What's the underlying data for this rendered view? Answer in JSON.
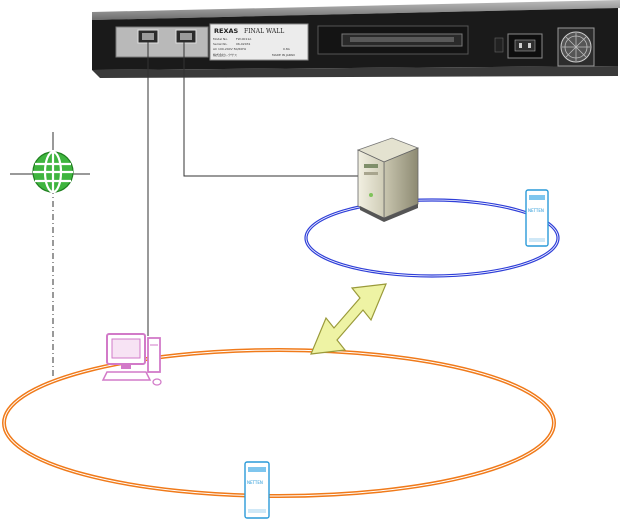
{
  "appliance": {
    "brand_text": "REXAS",
    "product_text": "FINAL WALL",
    "maker_text": "株式会社レクサス",
    "origin_text": "MADE IN JAPAN",
    "field_model": "Model No.",
    "field_model_value": "FW-0011A",
    "field_serial": "Serial No.",
    "field_serial_value": "06-02031",
    "field_power": "AC 100-240V 50/60Hz",
    "field_power_value": "0.8A"
  },
  "device_labels": {
    "right_terminal_label": "NETTEN",
    "bottom_terminal_label": "NETTEN"
  },
  "colors": {
    "orange_ring": "#f07a1a",
    "blue_ring": "#2f3fd8",
    "arrow_fill": "#eef3a4",
    "arrow_stroke": "#9a9a3a",
    "globe": "#2ea12e",
    "pc": "#d27ac8",
    "terminal": "#2a9ad8"
  }
}
